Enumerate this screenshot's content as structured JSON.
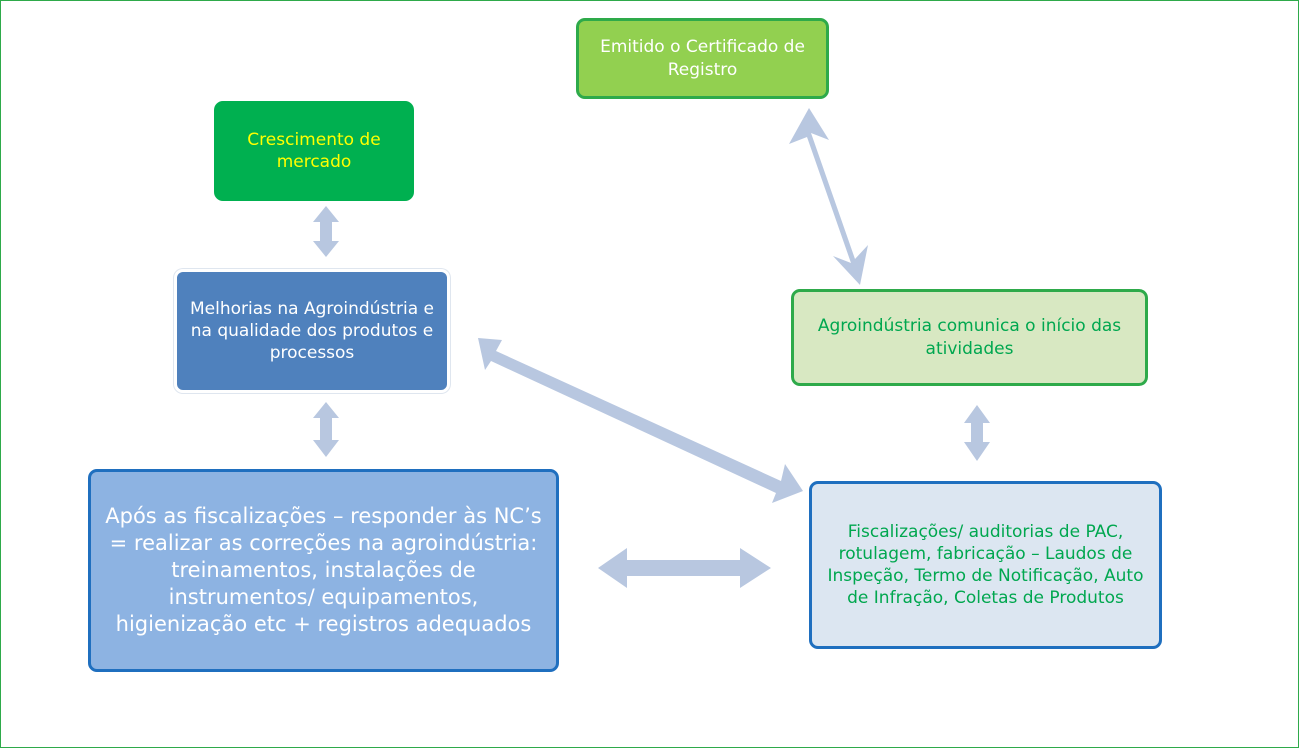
{
  "colors": {
    "arrow": "#b8c7e0",
    "frame_border": "#2eaa4a"
  },
  "nodes": {
    "certificate": "Emitido o Certificado de Registro",
    "market_growth": "Crescimento de mercado",
    "improvements": "Melhorias na Agroindústria e na qualidade dos produtos e processos",
    "communicates": "Agroindústria comunica o início das atividades",
    "inspections": "Fiscalizações/ auditorias de PAC, rotulagem, fabricação – Laudos de Inspeção, Termo de Notificação, Auto de Infração, Coletas de Produtos",
    "after_inspections": "Após as fiscalizações – responder às NC’s =  realizar as correções na agroindústria: treinamentos, instalações  de instrumentos/ equipamentos, higienização etc + registros adequados"
  },
  "edges": [
    {
      "from": "certificate",
      "to": "communicates",
      "type": "bidirectional"
    },
    {
      "from": "market_growth",
      "to": "improvements",
      "type": "bidirectional"
    },
    {
      "from": "improvements",
      "to": "after_inspections",
      "type": "bidirectional"
    },
    {
      "from": "improvements",
      "to": "inspections",
      "type": "bidirectional"
    },
    {
      "from": "communicates",
      "to": "inspections",
      "type": "bidirectional"
    },
    {
      "from": "after_inspections",
      "to": "inspections",
      "type": "bidirectional"
    }
  ]
}
